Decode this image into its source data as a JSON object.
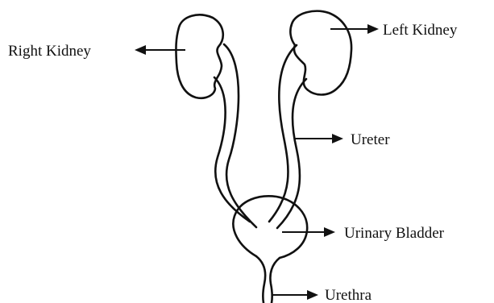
{
  "diagram": {
    "labels": {
      "right_kidney": "Right Kidney",
      "left_kidney": "Left Kidney",
      "ureter": "Ureter",
      "urinary_bladder": "Urinary Bladder",
      "urethra": "Urethra"
    },
    "colors": {
      "kidney_fill": "#f5b8d5",
      "outline": "#111111",
      "background": "#ffffff"
    }
  }
}
